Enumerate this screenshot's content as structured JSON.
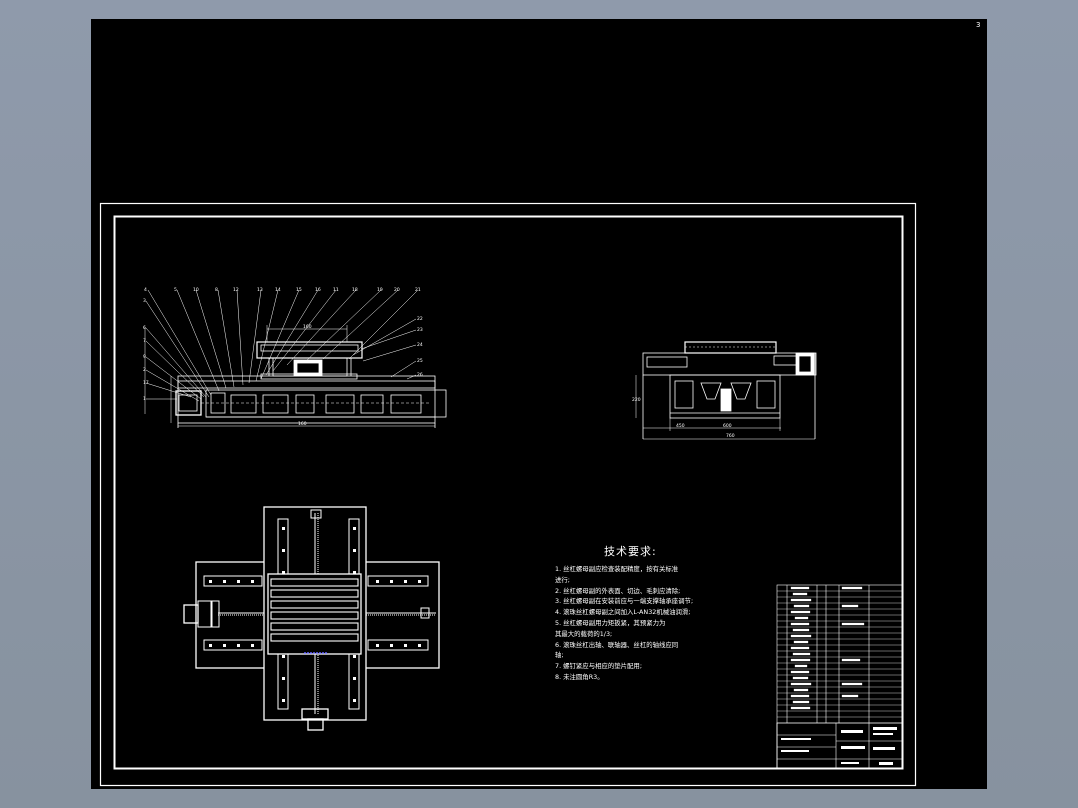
{
  "technical_requirements": {
    "title": "技术要求:",
    "items": [
      "1. 丝杠螺母副应检查装配精度，按有关标准",
      "进行;",
      "2. 丝杠螺母副的外表面、切边、毛刺应清除;",
      "3. 丝杠螺母副在安装前应与一端支撑轴承座调节;",
      "4. 滚珠丝杠螺母副之间加入L-AN32机械油润滑;",
      "5. 丝杠螺母副用力矩扳紧，其预紧力为",
      "其最大的载荷的1/3;",
      "6. 滚珠丝杠出轴、联轴器、丝杠的轴线应同",
      "轴;",
      "7. 螺钉紧应与相应的垫片配用;",
      "8. 未注圆角R3。"
    ]
  },
  "corner_mark": "3"
}
